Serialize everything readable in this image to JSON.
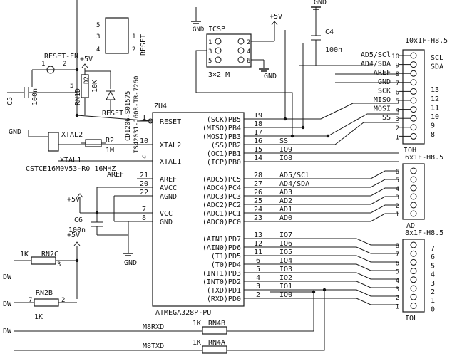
{
  "mcu": {
    "ref": "ZU4",
    "part": "ATMEGA328P-PU",
    "left_pins": [
      {
        "num": "1",
        "name": "RESET"
      },
      {
        "num": "10",
        "name": "XTAL2"
      },
      {
        "num": "9",
        "name": "XTAL1"
      },
      {
        "num": "21",
        "name": "AREF"
      },
      {
        "num": "20",
        "name": "AVCC"
      },
      {
        "num": "22",
        "name": "AGND"
      },
      {
        "num": "7",
        "name": "VCC"
      },
      {
        "num": "8",
        "name": "GND"
      }
    ],
    "right_pins": [
      {
        "num": "19",
        "name": "(SCK)PB5",
        "net": ""
      },
      {
        "num": "18",
        "name": "(MISO)PB4",
        "net": ""
      },
      {
        "num": "17",
        "name": "(MOSI)PB3",
        "net": ""
      },
      {
        "num": "16",
        "name": "(SS)PB2",
        "net": "SS"
      },
      {
        "num": "15",
        "name": "(OC1)PB1",
        "net": "IO9"
      },
      {
        "num": "14",
        "name": "(ICP)PB0",
        "net": "IO8"
      },
      {
        "num": "28",
        "name": "(ADC5)PC5",
        "net": "AD5/SCl"
      },
      {
        "num": "27",
        "name": "(ADC4)PC4",
        "net": "AD4/SDA"
      },
      {
        "num": "26",
        "name": "(ADC3)PC3",
        "net": "AD3"
      },
      {
        "num": "25",
        "name": "(ADC2)PC2",
        "net": "AD2"
      },
      {
        "num": "24",
        "name": "(ADC1)PC1",
        "net": "AD1"
      },
      {
        "num": "23",
        "name": "(ADC0)PC0",
        "net": "AD0"
      },
      {
        "num": "13",
        "name": "(AIN1)PD7",
        "net": "IO7"
      },
      {
        "num": "12",
        "name": "(AIN0)PD6",
        "net": "IO6"
      },
      {
        "num": "11",
        "name": "(T1)PD5",
        "net": "IO5"
      },
      {
        "num": "6",
        "name": "(T0)PD4",
        "net": "IO4"
      },
      {
        "num": "5",
        "name": "(INT1)PD3",
        "net": "IO3"
      },
      {
        "num": "4",
        "name": "(INT0)PD2",
        "net": "IO2"
      },
      {
        "num": "3",
        "name": "(TXD)PD1",
        "net": "IO1"
      },
      {
        "num": "2",
        "name": "(RXD)PD0",
        "net": "IO0"
      }
    ]
  },
  "icsp": {
    "ref": "ICSP",
    "size": "3×2 M",
    "pins": [
      "1",
      "2",
      "3",
      "4",
      "5",
      "6"
    ],
    "vcc": "+5V",
    "gnd": "GND"
  },
  "ioh": {
    "ref": "IOH",
    "type": "10x1F-H8.5",
    "pins": [
      "10",
      "9",
      "8",
      "7",
      "6",
      "5",
      "4",
      "3",
      "2",
      "1"
    ],
    "signals": [
      "AD5/SCl",
      "AD4/SDA",
      "AREF",
      "GND",
      "SCK",
      "MISO",
      "MOSI",
      "SS"
    ],
    "labels": [
      "SCL",
      "SDA",
      "13",
      "12",
      "11",
      "10",
      "9",
      "8"
    ]
  },
  "ad": {
    "ref": "AD",
    "type": "6x1F-H8.5",
    "pins": [
      "6",
      "5",
      "4",
      "3",
      "2",
      "1"
    ]
  },
  "iol": {
    "ref": "IOL",
    "type": "8x1F-H8.5",
    "pins": [
      "8",
      "7",
      "6",
      "5",
      "4",
      "3",
      "2",
      "1"
    ],
    "labels": [
      "7",
      "6",
      "5",
      "4",
      "3",
      "2",
      "1",
      "0"
    ]
  },
  "reset": {
    "switch_label": "RESET",
    "switch_part": "TS42031-160R-TR-7260",
    "switch_pins": [
      "5",
      "1",
      "3",
      "4",
      "2"
    ],
    "jumper": "RESET-EN",
    "jumper_pins": [
      "1",
      "2"
    ],
    "cap_ref": "C5",
    "cap_val": "100n",
    "res_ref": "RN1D",
    "res_val": "10K",
    "res_pin": "5",
    "diode_ref": "D2",
    "diode_part": "CD1206-S01575",
    "vcc": "+5V",
    "net": "RESET",
    "gnd": "GND"
  },
  "crystal": {
    "gnd": "GND",
    "pin_a": "XTAL2",
    "pin_b": "XTAL1",
    "part": "CSTCE16M0V53-R0 16MHZ",
    "res_ref": "R2",
    "res_val": "1M"
  },
  "c4": {
    "ref": "C4",
    "val": "100n",
    "gnd": "GND"
  },
  "c6": {
    "ref": "C6",
    "val": "100n",
    "vcc": "+5V",
    "gnd": "GND",
    "aref": "AREF"
  },
  "bottom": {
    "vcc": "+5V",
    "rn2c": "RN2C",
    "rn2c_val": "1K",
    "rn2c_pin": "3",
    "rn2b": "RN2B",
    "rn2b_val": "1K",
    "rn2b_pins": [
      "7",
      "2"
    ],
    "rn4b": "RN4B",
    "rn4b_val": "1K",
    "rn4a": "RN4A",
    "rn4a_val": "1K",
    "m8rxd": "M8RXD",
    "m8txd": "M8TXD",
    "cut_labels": [
      "DW",
      "DW",
      "DW"
    ]
  }
}
